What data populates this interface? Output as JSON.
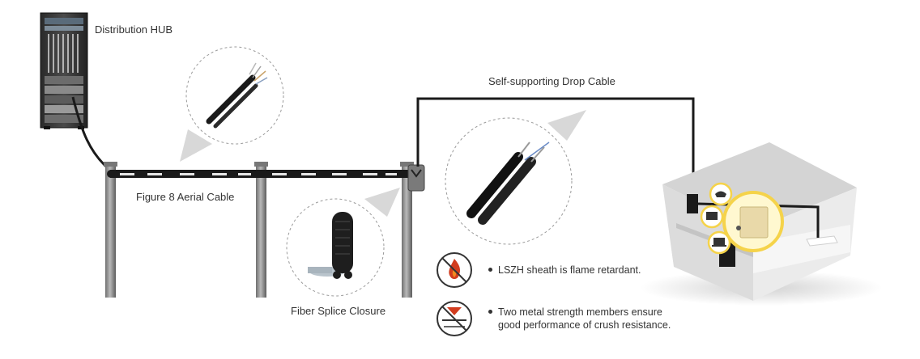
{
  "labels": {
    "distribution_hub": "Distribution HUB",
    "figure8_cable": "Figure 8 Aerial Cable",
    "drop_cable": "Self-supporting Drop Cable",
    "splice_closure": "Fiber Splice Closure"
  },
  "features": [
    {
      "icon": "flame-retardant-icon",
      "line1": "LSZH sheath is flame retardant.",
      "line2": ""
    },
    {
      "icon": "crush-resistance-icon",
      "line1": "Two metal strength members ensure",
      "line2": "good performance of crush resistance."
    }
  ],
  "colors": {
    "cable": "#1a1a1a",
    "pole": "#8a8a8a",
    "house_roof": "#cfcfcf",
    "house_wall": "#e8e8e8",
    "highlight_ring": "#f5d34a",
    "icon_red": "#d23c1e"
  }
}
